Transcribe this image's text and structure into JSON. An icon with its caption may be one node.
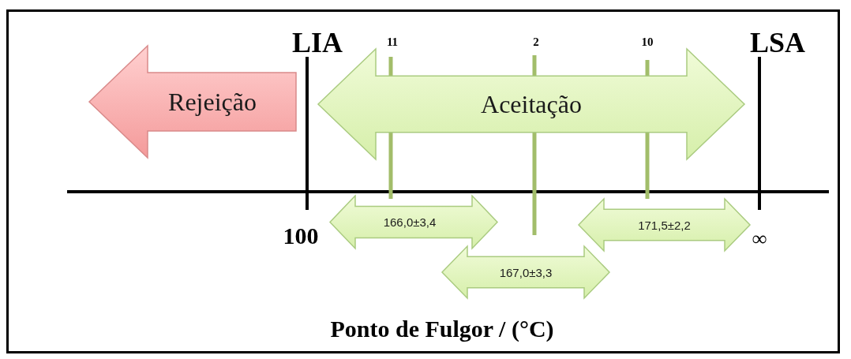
{
  "diagram": {
    "nodes": [
      {
        "text": [
          "Rejeição"
        ]
      },
      {
        "text": [
          "Aceitação"
        ]
      },
      {
        "text": [
          "166,0±3,4"
        ]
      },
      {
        "text": [
          "167,0±3,3"
        ]
      },
      {
        "text": [
          "171,5±2,2"
        ]
      }
    ],
    "labels": [
      "LIA",
      "11",
      "2",
      "10",
      "LSA",
      "100",
      "∞",
      "Ponto de Fulgor / (°C)"
    ]
  }
}
